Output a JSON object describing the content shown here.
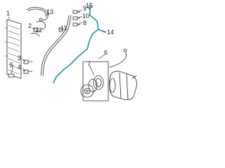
{
  "callouts": {
    "c1": "1",
    "c2": "2",
    "c3": "3",
    "c4": "4",
    "c5": "5",
    "c6": "6",
    "c7": "7",
    "c8": "8",
    "c9": "9",
    "c10": "10",
    "c11": "11",
    "c12": "12",
    "c13": "13",
    "c14": "14",
    "c15": "15"
  },
  "colors": {
    "highlight": "#1f8fb3",
    "outline": "#2a2a2a"
  }
}
